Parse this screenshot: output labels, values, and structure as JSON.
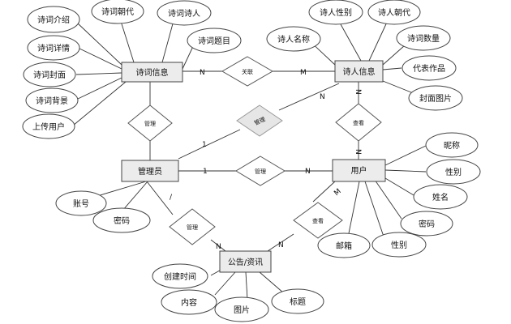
{
  "entities": {
    "poem": "诗词信息",
    "poet": "诗人信息",
    "admin": "管理员",
    "user": "用户",
    "notice": "公告/资讯"
  },
  "relations": {
    "assoc": "关联",
    "manage_poem": "管理",
    "manage_poet": "管理",
    "manage_user": "管理",
    "manage_notice": "管理",
    "view_poet": "查看",
    "view_notice": "查看"
  },
  "attributes": {
    "poem_intro": "诗词介绍",
    "poem_dynasty": "诗词朝代",
    "poem_poet": "诗词诗人",
    "poem_detail": "诗词详情",
    "poem_title": "诗词题目",
    "poem_cover": "诗词封面",
    "poem_background": "诗词背景",
    "poem_uploader": "上传用户",
    "poet_gender": "诗人性别",
    "poet_dynasty": "诗人朝代",
    "poet_name": "诗人名称",
    "poet_count": "诗词数量",
    "poet_works": "代表作品",
    "poet_cover": "封面图片",
    "admin_account": "账号",
    "admin_password": "密码",
    "user_nickname": "昵称",
    "user_gender": "性别",
    "user_name": "姓名",
    "user_password": "密码",
    "user_gender2": "性别",
    "user_email": "邮箱",
    "notice_time": "创建时间",
    "notice_content": "内容",
    "notice_image": "图片",
    "notice_title": "标题"
  },
  "cardinalities": {
    "poem_assoc": "N",
    "assoc_poet": "M",
    "admin_manage_poet": "1",
    "manage_poet_poet": "N",
    "admin_manage_user": "1",
    "manage_user_user": "N",
    "poet_view": "N",
    "view_user": "N",
    "admin_manage_notice": "/",
    "manage_notice_notice": "N",
    "view_notice_notice": "N",
    "user_view_notice": "M"
  }
}
